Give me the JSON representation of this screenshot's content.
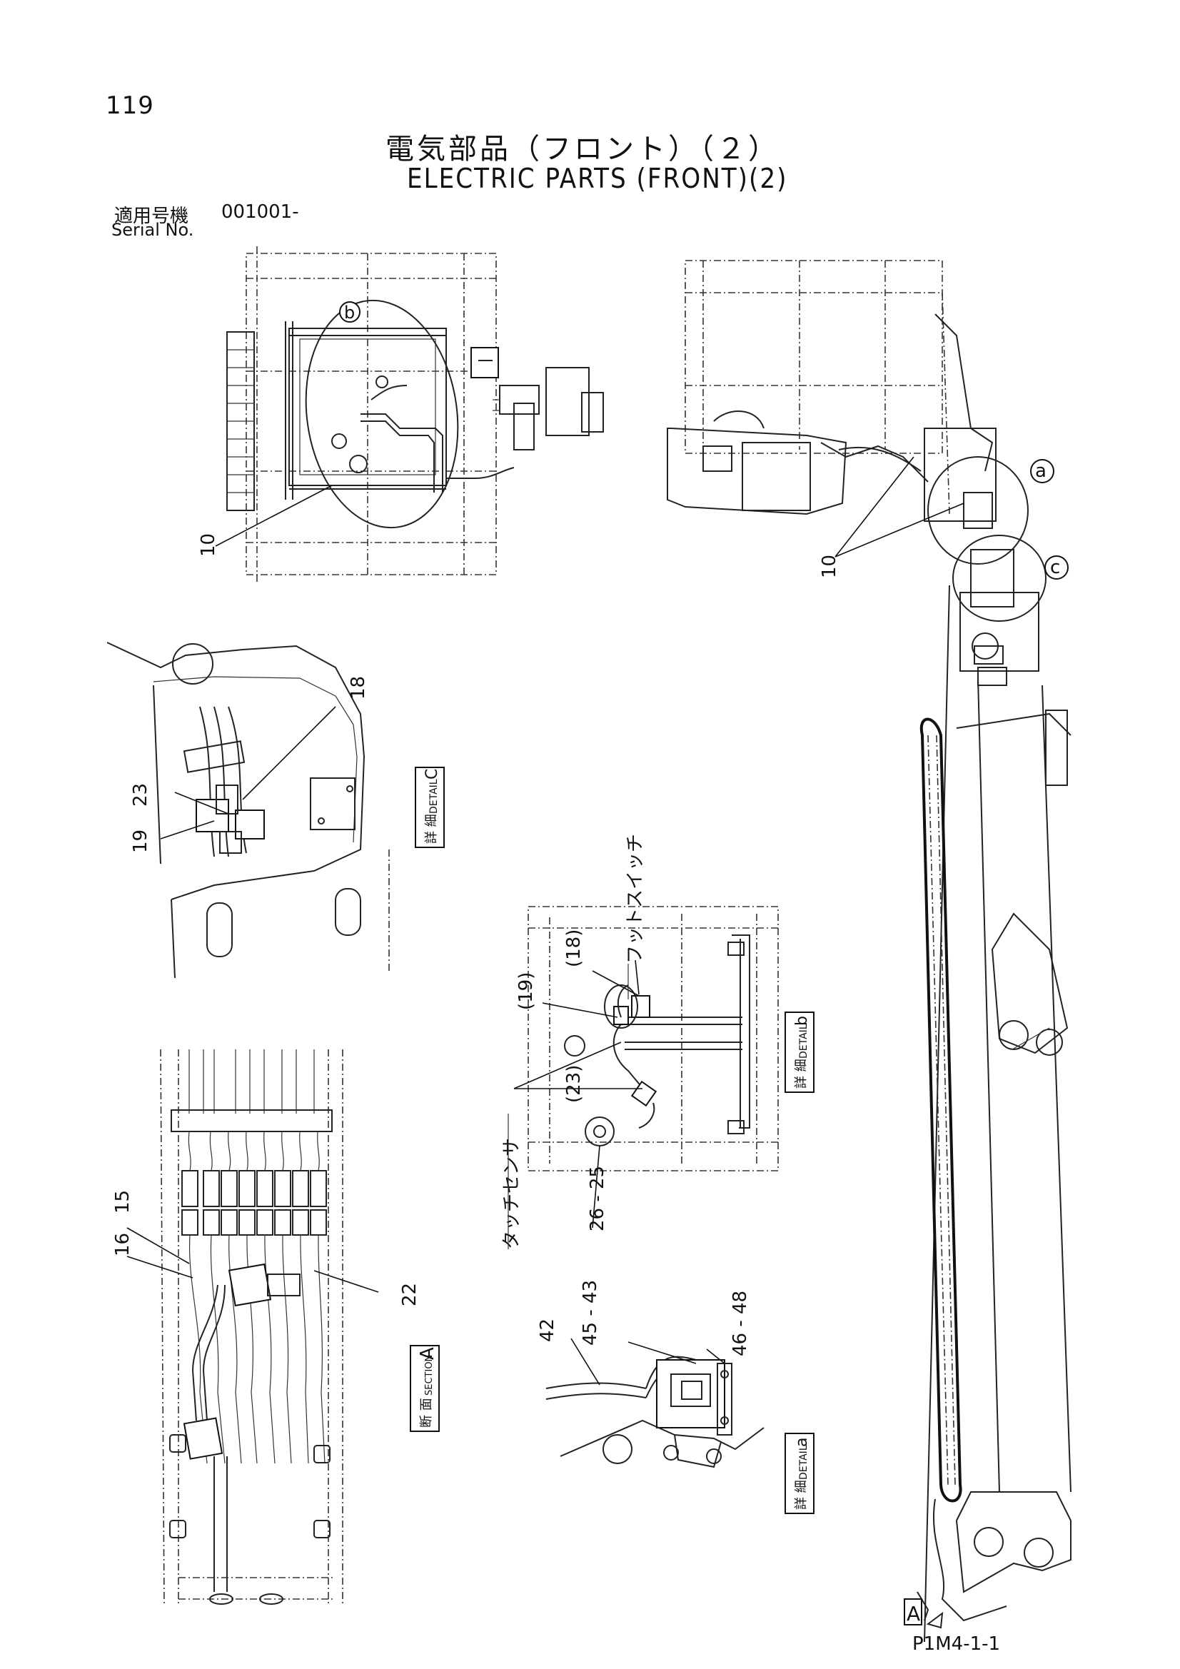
{
  "header": {
    "page_number": "119",
    "title_jp": "電気部品（フロント）（２）",
    "title_en": "ELECTRIC PARTS (FRONT)(2)",
    "serial_label_jp": "適用号機",
    "serial_value": "001001-",
    "serial_label_en": "Serial No."
  },
  "views": {
    "detail_c": {
      "label_jp": "詳 細",
      "label_en": "DETAIL",
      "letter": "C"
    },
    "detail_b": {
      "label_jp": "詳 細",
      "label_en": "DETAIL",
      "letter": "b"
    },
    "detail_a": {
      "label_jp": "詳 細",
      "label_en": "DETAIL",
      "letter": "a"
    },
    "section_a": {
      "label_jp": "断 面",
      "label_en": "SECTION",
      "letter": "A"
    }
  },
  "callouts": {
    "view_b": "b",
    "view_a": "a",
    "view_c": "c",
    "section_marker": "A",
    "foot_switch_jp": "フットスイッチ",
    "touch_sensor_jp": "タッチセンサ"
  },
  "part_numbers": {
    "p10_left": "10",
    "p10_right": "10",
    "p18": "18",
    "p23": "23",
    "p19": "19",
    "p19_paren": "(19)",
    "p18_paren": "(18)",
    "p23_paren": "(23)",
    "p26_25": "26\n-\n25",
    "p15": "15",
    "p16": "16",
    "p22": "22",
    "p42": "42",
    "p45_43": "45\n-\n43",
    "p46_48": "46\n-\n48"
  },
  "footer": {
    "doc_code": "P1M4-1-1"
  }
}
